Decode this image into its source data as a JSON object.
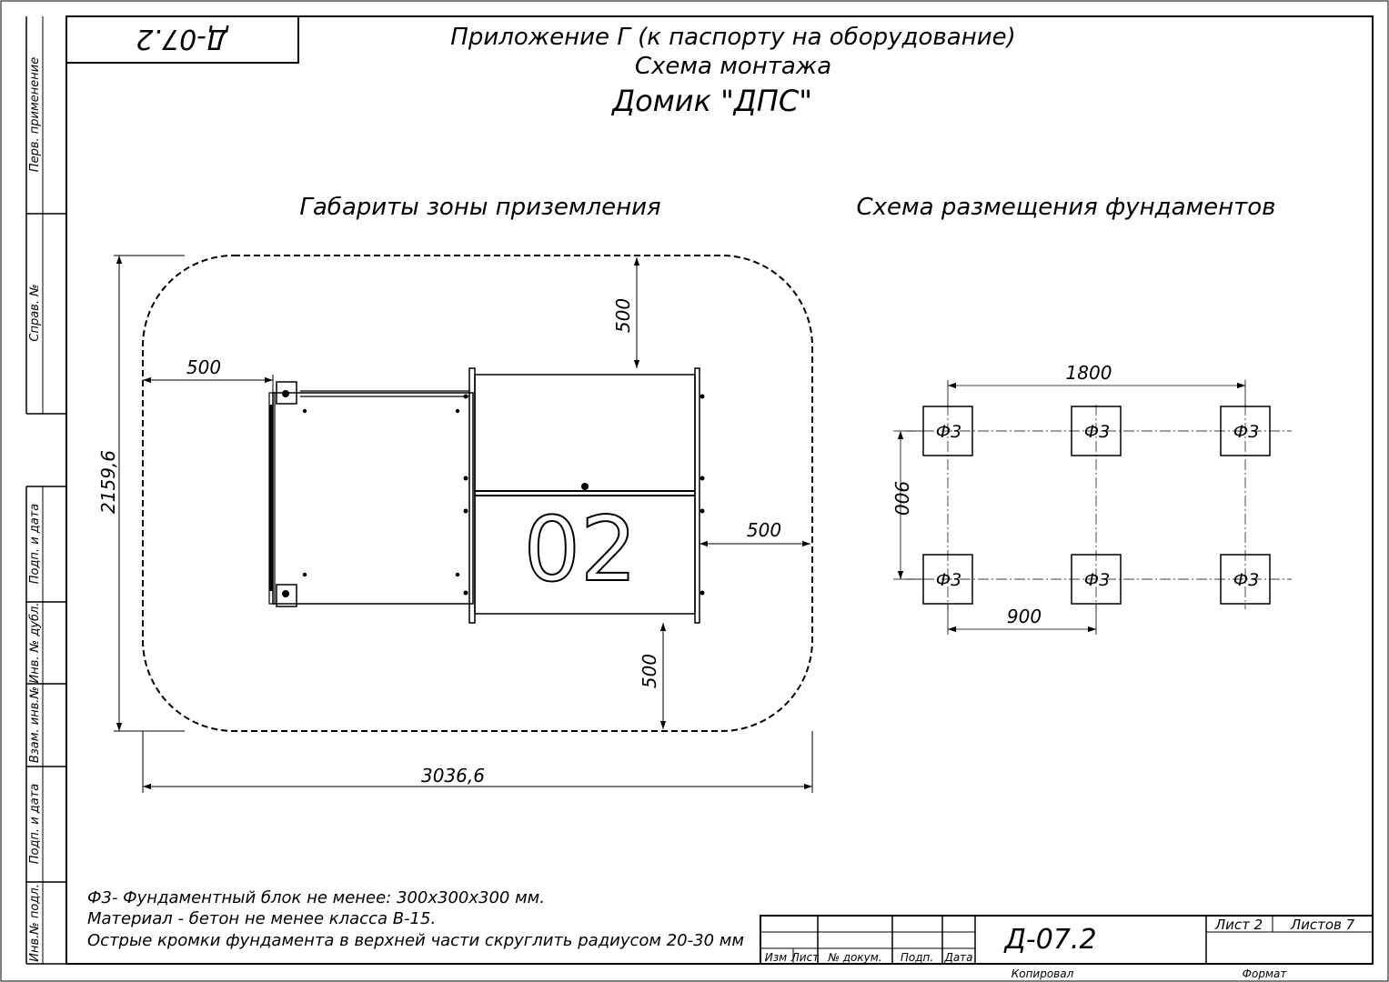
{
  "sheet": {
    "header": {
      "line1": "Приложение Г (к паспорту на оборудование)",
      "line2": "Схема монтажа",
      "line3": "Домик \"ДПС\""
    },
    "corner_code": "Д-07.2",
    "left_strip": {
      "perv": "Перв. применение",
      "sprav": "Справ. №",
      "podp_data_1": "Подп. и дата",
      "inv_dubl": "Инв. № дубл.",
      "vzam_inv": "Взам. инв.№",
      "podp_data_2": "Подп. и дата",
      "inv_podl": "Инв.№ подл."
    },
    "left_view": {
      "title": "Габариты зоны приземления",
      "dim_top": "500",
      "dim_left": "500",
      "dim_right": "500",
      "dim_bottom": "500",
      "dim_height": "2159,6",
      "dim_width": "3036,6",
      "house_number": "02"
    },
    "right_view": {
      "title": "Схема размещения фундаментов",
      "dim_span": "1800",
      "dim_pitch_h": "900",
      "dim_pitch_v": "900",
      "blocks": [
        "Ф3",
        "Ф3",
        "Ф3",
        "Ф3",
        "Ф3",
        "Ф3"
      ]
    },
    "notes": {
      "line1": "Ф3- Фундаментный блок не менее: 300х300х300 мм.",
      "line2": "Материал - бетон не менее класса В-15.",
      "line3": "Острые кромки фундамента в верхней части скруглить радиусом 20-30 мм"
    },
    "title_block": {
      "code": "Д-07.2",
      "izm": "Изм",
      "list": "Лист",
      "n_dokum": "№ докум.",
      "podp": "Подп.",
      "data": "Дата",
      "sheet_label": "Лист 2",
      "sheets_label": "Листов 7",
      "kopiroval": "Копировал",
      "format": "Формат"
    }
  }
}
